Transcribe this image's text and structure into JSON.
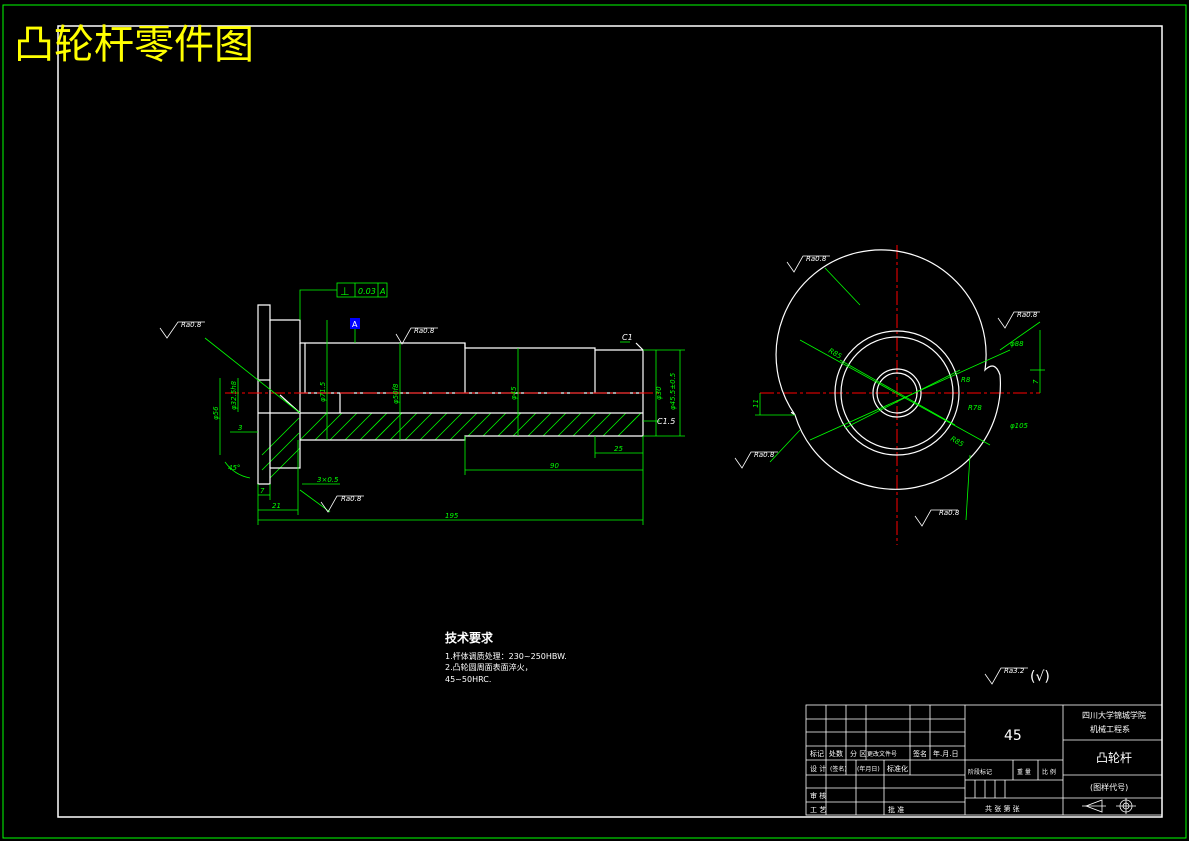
{
  "title": "凸轮杆零件图",
  "colors": {
    "background": "#000000",
    "frame": "#00ff00",
    "title_text": "#ffff00",
    "part": "#ffffff",
    "dimension": "#00ff00",
    "centerline": "#ff0000",
    "datum": "#0000ff"
  },
  "tolerance_frame": {
    "symbol": "⊥",
    "value": "0.03",
    "datum": "A"
  },
  "datum_label": "A",
  "roughness": {
    "r1": "Ra0.8",
    "r2": "Ra0.8",
    "r3": "Ra0.8",
    "r4": "Ra0.8",
    "r5": "Ra0.8",
    "r6": "Ra0.8",
    "r7": "Ra0.8",
    "general": "Ra3.2",
    "general_suffix": "(√)"
  },
  "dims_front": {
    "d_left_flange": "φ56",
    "d_chamfer": "φ32.5h8",
    "d_groove": "φ71.5",
    "d_shaft": "φ50f8",
    "d_mid": "φ45",
    "d_end1": "φ30",
    "d_end2": "φ45.5±0.5",
    "chamfer_c1": "C1",
    "chamfer_c15": "C1.5",
    "dim_3": "3",
    "angle": "45°",
    "groove": "3×0.5",
    "dim_7": "7",
    "dim_21": "21",
    "dim_25": "25",
    "dim_90": "90",
    "dim_total": "195"
  },
  "dims_side": {
    "r85a": "R85",
    "r85b": "R85",
    "d88": "φ88",
    "r8": "R8",
    "r78": "R78",
    "d105": "φ105",
    "dim_7": "7",
    "dim_11": "11"
  },
  "tech_req": {
    "heading": "技术要求",
    "line1": "1.杆体调质处理：230~250HBW.",
    "line2": "2.凸轮圆周面表面淬火，",
    "line3": "45~50HRC."
  },
  "title_block": {
    "material": "45",
    "school_line1": "四川大学锦城学院",
    "school_line2": "机械工程系",
    "part_name": "凸轮杆",
    "drawing_code": "(图样代号)",
    "h_mark": "标记",
    "h_count": "处数",
    "h_zone": "分 区",
    "h_doc": "更改文件号",
    "h_sign": "签名",
    "h_date": "年.月.日",
    "h_design": "设 计",
    "h_sig2": "(签名)",
    "h_date2": "(年月日)",
    "h_std": "标准化",
    "h_stage": "阶段标记",
    "h_weight": "重 量",
    "h_scale": "比 例",
    "h_check": "审 核",
    "h_process": "工 艺",
    "h_approve": "批 准",
    "h_sheet": "共  张  第  张"
  }
}
